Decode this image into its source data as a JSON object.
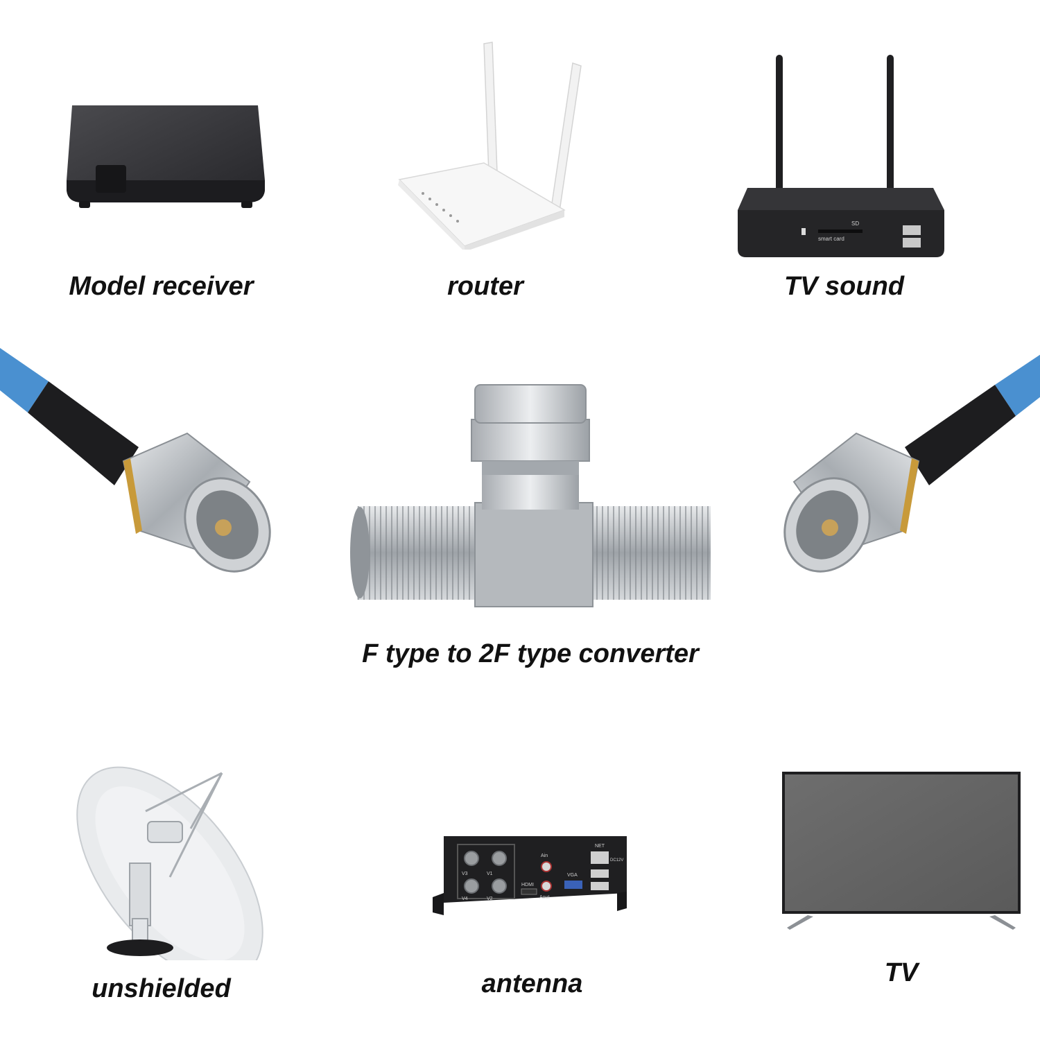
{
  "labels": {
    "model_receiver": "Model receiver",
    "router": "router",
    "tv_sound": "TV sound",
    "converter": "F type to 2F type converter",
    "unshielded": "unshielded",
    "antenna": "antenna",
    "tv": "TV"
  },
  "device_text": {
    "sd": "SD",
    "smart_card": "smart card",
    "ain": "Ain",
    "hdmi": "HDMI",
    "vga": "VGA",
    "net": "NET",
    "dc": "DC12V",
    "aout": "Aout",
    "v1": "V1",
    "v2": "V2",
    "v3": "V3",
    "v4": "V4"
  },
  "colors": {
    "cable_blue": "#4a90d0",
    "metal": "#bfc3c7",
    "dark_device": "#2b2b2e",
    "tv_screen": "#6e6e6e"
  }
}
